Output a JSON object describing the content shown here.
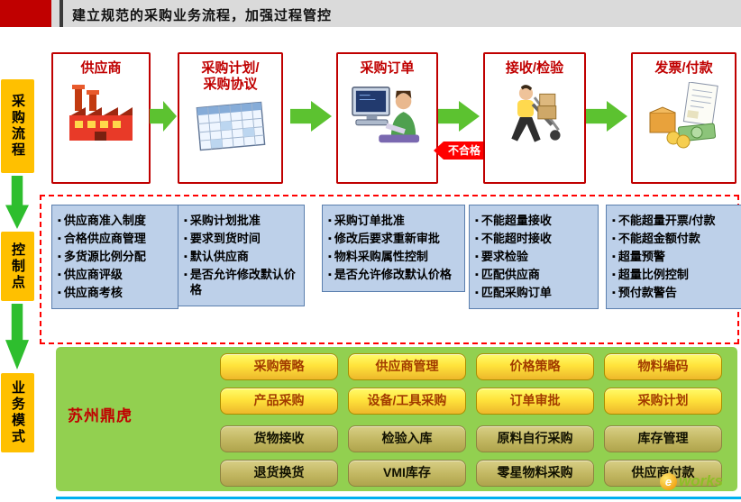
{
  "colors": {
    "header_red": "#C00000",
    "sidebar_orange": "#FFC000",
    "arrow_green": "#2EBE2E",
    "panel_green": "#92D050",
    "control_box_blue": "#BDD0E9",
    "dashed_border_red": "#FF0000",
    "reject_red": "#FF0000",
    "bottom_line_blue": "#00B0F0"
  },
  "header": {
    "title": "建立规范的采购业务流程，加强过程管控"
  },
  "sidebar": {
    "flow_label": "采购流程",
    "control_label": "控制点",
    "business_label": "业务模式"
  },
  "process": {
    "steps": [
      {
        "title": "供应商"
      },
      {
        "title": "采购计划/\n采购协议"
      },
      {
        "title": "采购订单"
      },
      {
        "title": "接收/检验"
      },
      {
        "title": "发票/付款"
      }
    ],
    "reject_label": "不合格"
  },
  "control_points": {
    "supplier": [
      "供应商准入制度",
      "合格供应商管理",
      "多货源比例分配",
      "供应商评级",
      "供应商考核"
    ],
    "plan": [
      "采购计划批准",
      "要求到货时间",
      "默认供应商",
      "是否允许修改默认价格"
    ],
    "order": [
      "采购订单批准",
      "修改后要求重新审批",
      "物料采购属性控制",
      "是否允许修改默认价格"
    ],
    "receive": [
      "不能超量接收",
      "不能超时接收",
      "要求检验",
      "匹配供应商",
      "匹配采购订单"
    ],
    "invoice": [
      "不能超量开票/付款",
      "不能超金额付款",
      "超量预警",
      "超量比例控制",
      "预付款警告"
    ]
  },
  "business_model": {
    "company": "苏州鼎虎",
    "primary_buttons": [
      "采购策略",
      "供应商管理",
      "价格策略",
      "物料编码",
      "产品采购",
      "设备/工具采购",
      "订单审批",
      "采购计划"
    ],
    "secondary_buttons": [
      "货物接收",
      "检验入库",
      "原料自行采购",
      "库存管理",
      "退货换货",
      "VMI库存",
      "零星物料采购",
      "供应商付款"
    ]
  },
  "watermark": {
    "e": "e",
    "name": "works"
  }
}
